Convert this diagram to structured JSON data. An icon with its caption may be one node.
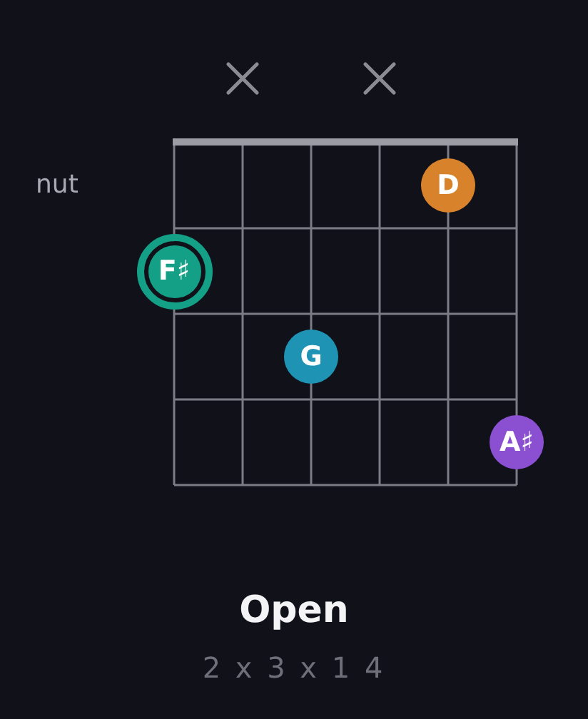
{
  "diagram": {
    "title": "Open",
    "caption": "2 x 3 x 1 4",
    "nodes": [
      {
        "text": [
          "D"
        ]
      },
      {
        "text": [
          "F♯"
        ]
      },
      {
        "text": [
          "G"
        ]
      },
      {
        "text": [
          "A♯"
        ]
      }
    ],
    "labels": [
      "nut"
    ]
  }
}
